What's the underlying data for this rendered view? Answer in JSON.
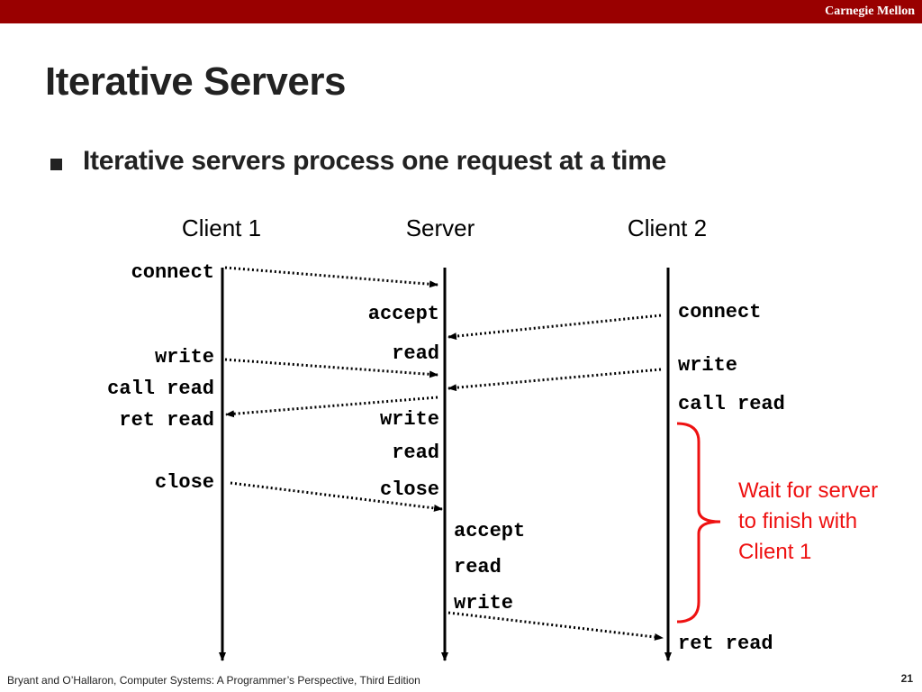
{
  "header": {
    "brand": "Carnegie Mellon"
  },
  "slide": {
    "title": "Iterative Servers",
    "bullet": "Iterative servers process one request at a time"
  },
  "diagram": {
    "columns": {
      "client1": "Client 1",
      "server": "Server",
      "client2": "Client 2"
    },
    "client1_steps": [
      "connect",
      "write",
      "call read",
      "ret read",
      "close"
    ],
    "server_steps": [
      "accept",
      "read",
      "write",
      "read",
      "close",
      "accept",
      "read",
      "write"
    ],
    "client2_steps": [
      "connect",
      "write",
      "call read",
      "ret read"
    ],
    "wait_note": [
      "Wait for server",
      "to finish with",
      "Client 1"
    ],
    "colors": {
      "note": "#ee1111",
      "lines": "#000000",
      "bar": "#990000"
    }
  },
  "footer": {
    "citation": "Bryant and O’Hallaron, Computer Systems: A Programmer’s Perspective, Third Edition",
    "page": "21"
  }
}
